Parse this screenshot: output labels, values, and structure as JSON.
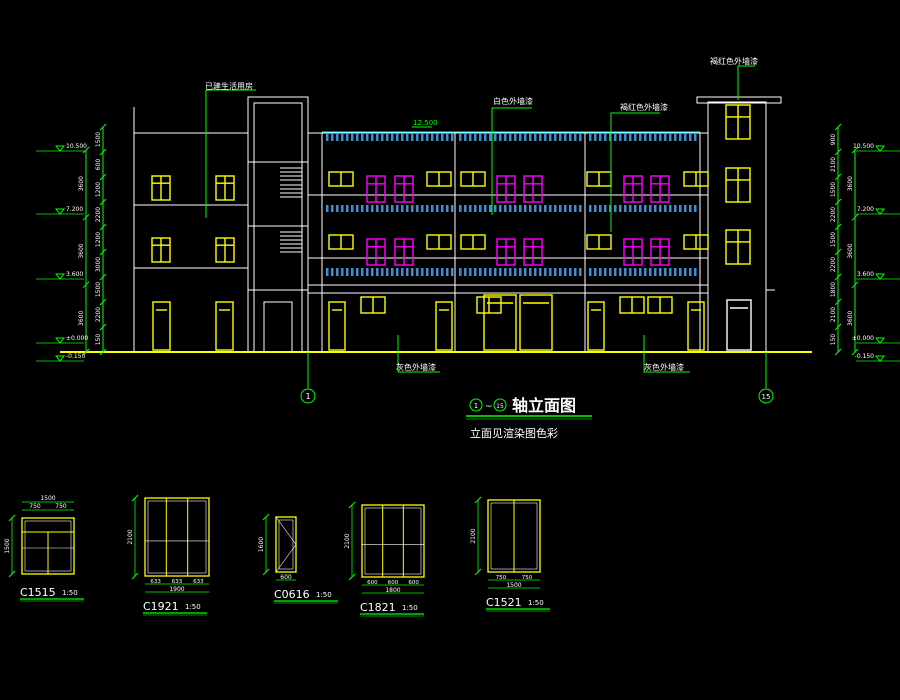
{
  "colors": {
    "background": "#000000",
    "structure": "#ffffff",
    "window": "#ffff00",
    "window_magenta": "#ff00ff",
    "balcony": "#3f8fd0",
    "leader": "#00ff00",
    "ground": "#ffff00",
    "dimension_text": "#ffffff"
  },
  "elevation": {
    "callouts": {
      "top_left": "已建生活用房",
      "white_wall": "白色外墙漆",
      "red_wall_right": "褐红色外墙漆",
      "red_wall_top": "褐红色外墙漆",
      "bottom_left": "灰色外墙漆",
      "bottom_right": "灰色外墙漆",
      "roof_level": "12.500"
    },
    "axis_left": "1",
    "axis_right": "15",
    "left_levels": [
      "10.500",
      "7.200",
      "3.600",
      "±0.000",
      "-0.150"
    ],
    "right_levels": [
      "10.500",
      "7.200",
      "3.600",
      "±0.000",
      "-0.150"
    ],
    "left_dims_inner": [
      "1500",
      "600",
      "1200",
      "2200",
      "1200",
      "3000",
      "1500",
      "2200",
      "150"
    ],
    "left_dims_outer": [
      "3600",
      "3600",
      "3600"
    ],
    "right_dims_inner": [
      "900",
      "2100",
      "1500",
      "2200",
      "1500",
      "2200",
      "1800",
      "2100",
      "150"
    ],
    "right_dims_outer": [
      "3600",
      "3600",
      "3600"
    ],
    "title_axis_from": "1",
    "title_tilde": "~",
    "title_axis_to": "15",
    "title_text": "轴立面图",
    "subtitle": "立面见渲染图色彩"
  },
  "windows": [
    {
      "id": "C1515",
      "scale": "1:50",
      "top_dims": [
        "1500",
        "750",
        "750"
      ],
      "side_dim": "1500",
      "bottom_dims": [],
      "bottom_total": ""
    },
    {
      "id": "C1921",
      "scale": "1:50",
      "top_dims": [],
      "side_dim": "2100",
      "bottom_dims": [
        "633",
        "633",
        "633"
      ],
      "bottom_total": "1900"
    },
    {
      "id": "C0616",
      "scale": "1:50",
      "top_dims": [],
      "side_dim": "1600",
      "bottom_dims": [],
      "bottom_total": "600"
    },
    {
      "id": "C1821",
      "scale": "1:50",
      "top_dims": [],
      "side_dim": "2100",
      "bottom_dims": [
        "600",
        "600",
        "600"
      ],
      "bottom_total": "1800"
    },
    {
      "id": "C1521",
      "scale": "1:50",
      "top_dims": [],
      "side_dim": "2100",
      "bottom_dims": [
        "750",
        "750"
      ],
      "bottom_total": "1500"
    }
  ]
}
